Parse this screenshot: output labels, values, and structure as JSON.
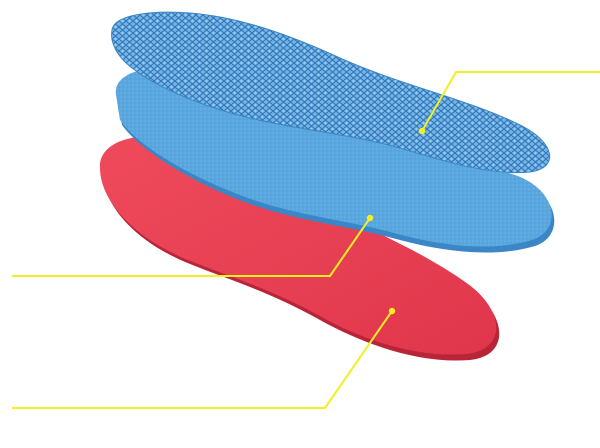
{
  "layers": [
    {
      "id": "top",
      "name": "",
      "color": "#5ba6de"
    },
    {
      "id": "middle",
      "name": "",
      "color": "#4f9fdc"
    },
    {
      "id": "bottom",
      "name": "",
      "color": "#e23b4f"
    }
  ],
  "labels": {
    "top": "",
    "middle": "",
    "bottom": ""
  },
  "colors": {
    "leader_line": "#f2ef22",
    "mesh_dark": "#2f6fae",
    "mesh_light": "#8cc6f0",
    "red_shadow": "#b82538",
    "blue_edge": "#3a86c6"
  }
}
